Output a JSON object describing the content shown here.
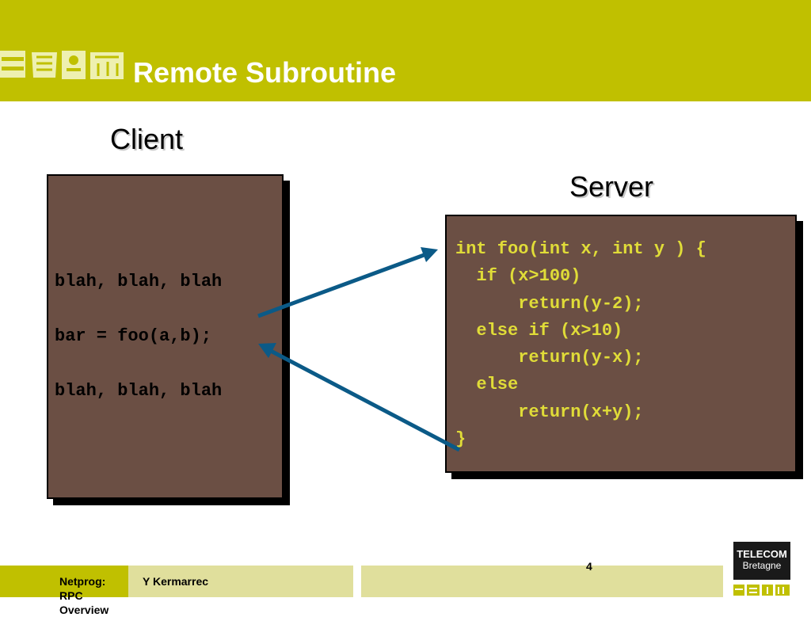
{
  "slide": {
    "title": "Remote Subroutine",
    "client_label": "Client",
    "server_label": "Server",
    "client_code": [
      "blah, blah, blah",
      "bar = foo(a,b);",
      "blah, blah, blah"
    ],
    "server_code": [
      "int foo(int x, int y ) {",
      "  if (x>100)",
      "      return(y-2);",
      "  else if (x>10)",
      "      return(y-x);",
      "  else",
      "      return(x+y);",
      "}"
    ]
  },
  "footer": {
    "course": "Netprog: RPC Overview",
    "author": "Y Kermarrec",
    "page": "4",
    "logo_line1": "TELECOM",
    "logo_line2": "Bretagne"
  },
  "colors": {
    "header": "#c0c000",
    "box": "#6b4f44",
    "code": "#e0dc38",
    "arrow": "#0b5a87",
    "footer_light": "#e0df9c"
  },
  "icons": [
    "school-logo-icon",
    "call-arrow-icon",
    "return-arrow-icon",
    "telecom-bretagne-logo-icon"
  ]
}
